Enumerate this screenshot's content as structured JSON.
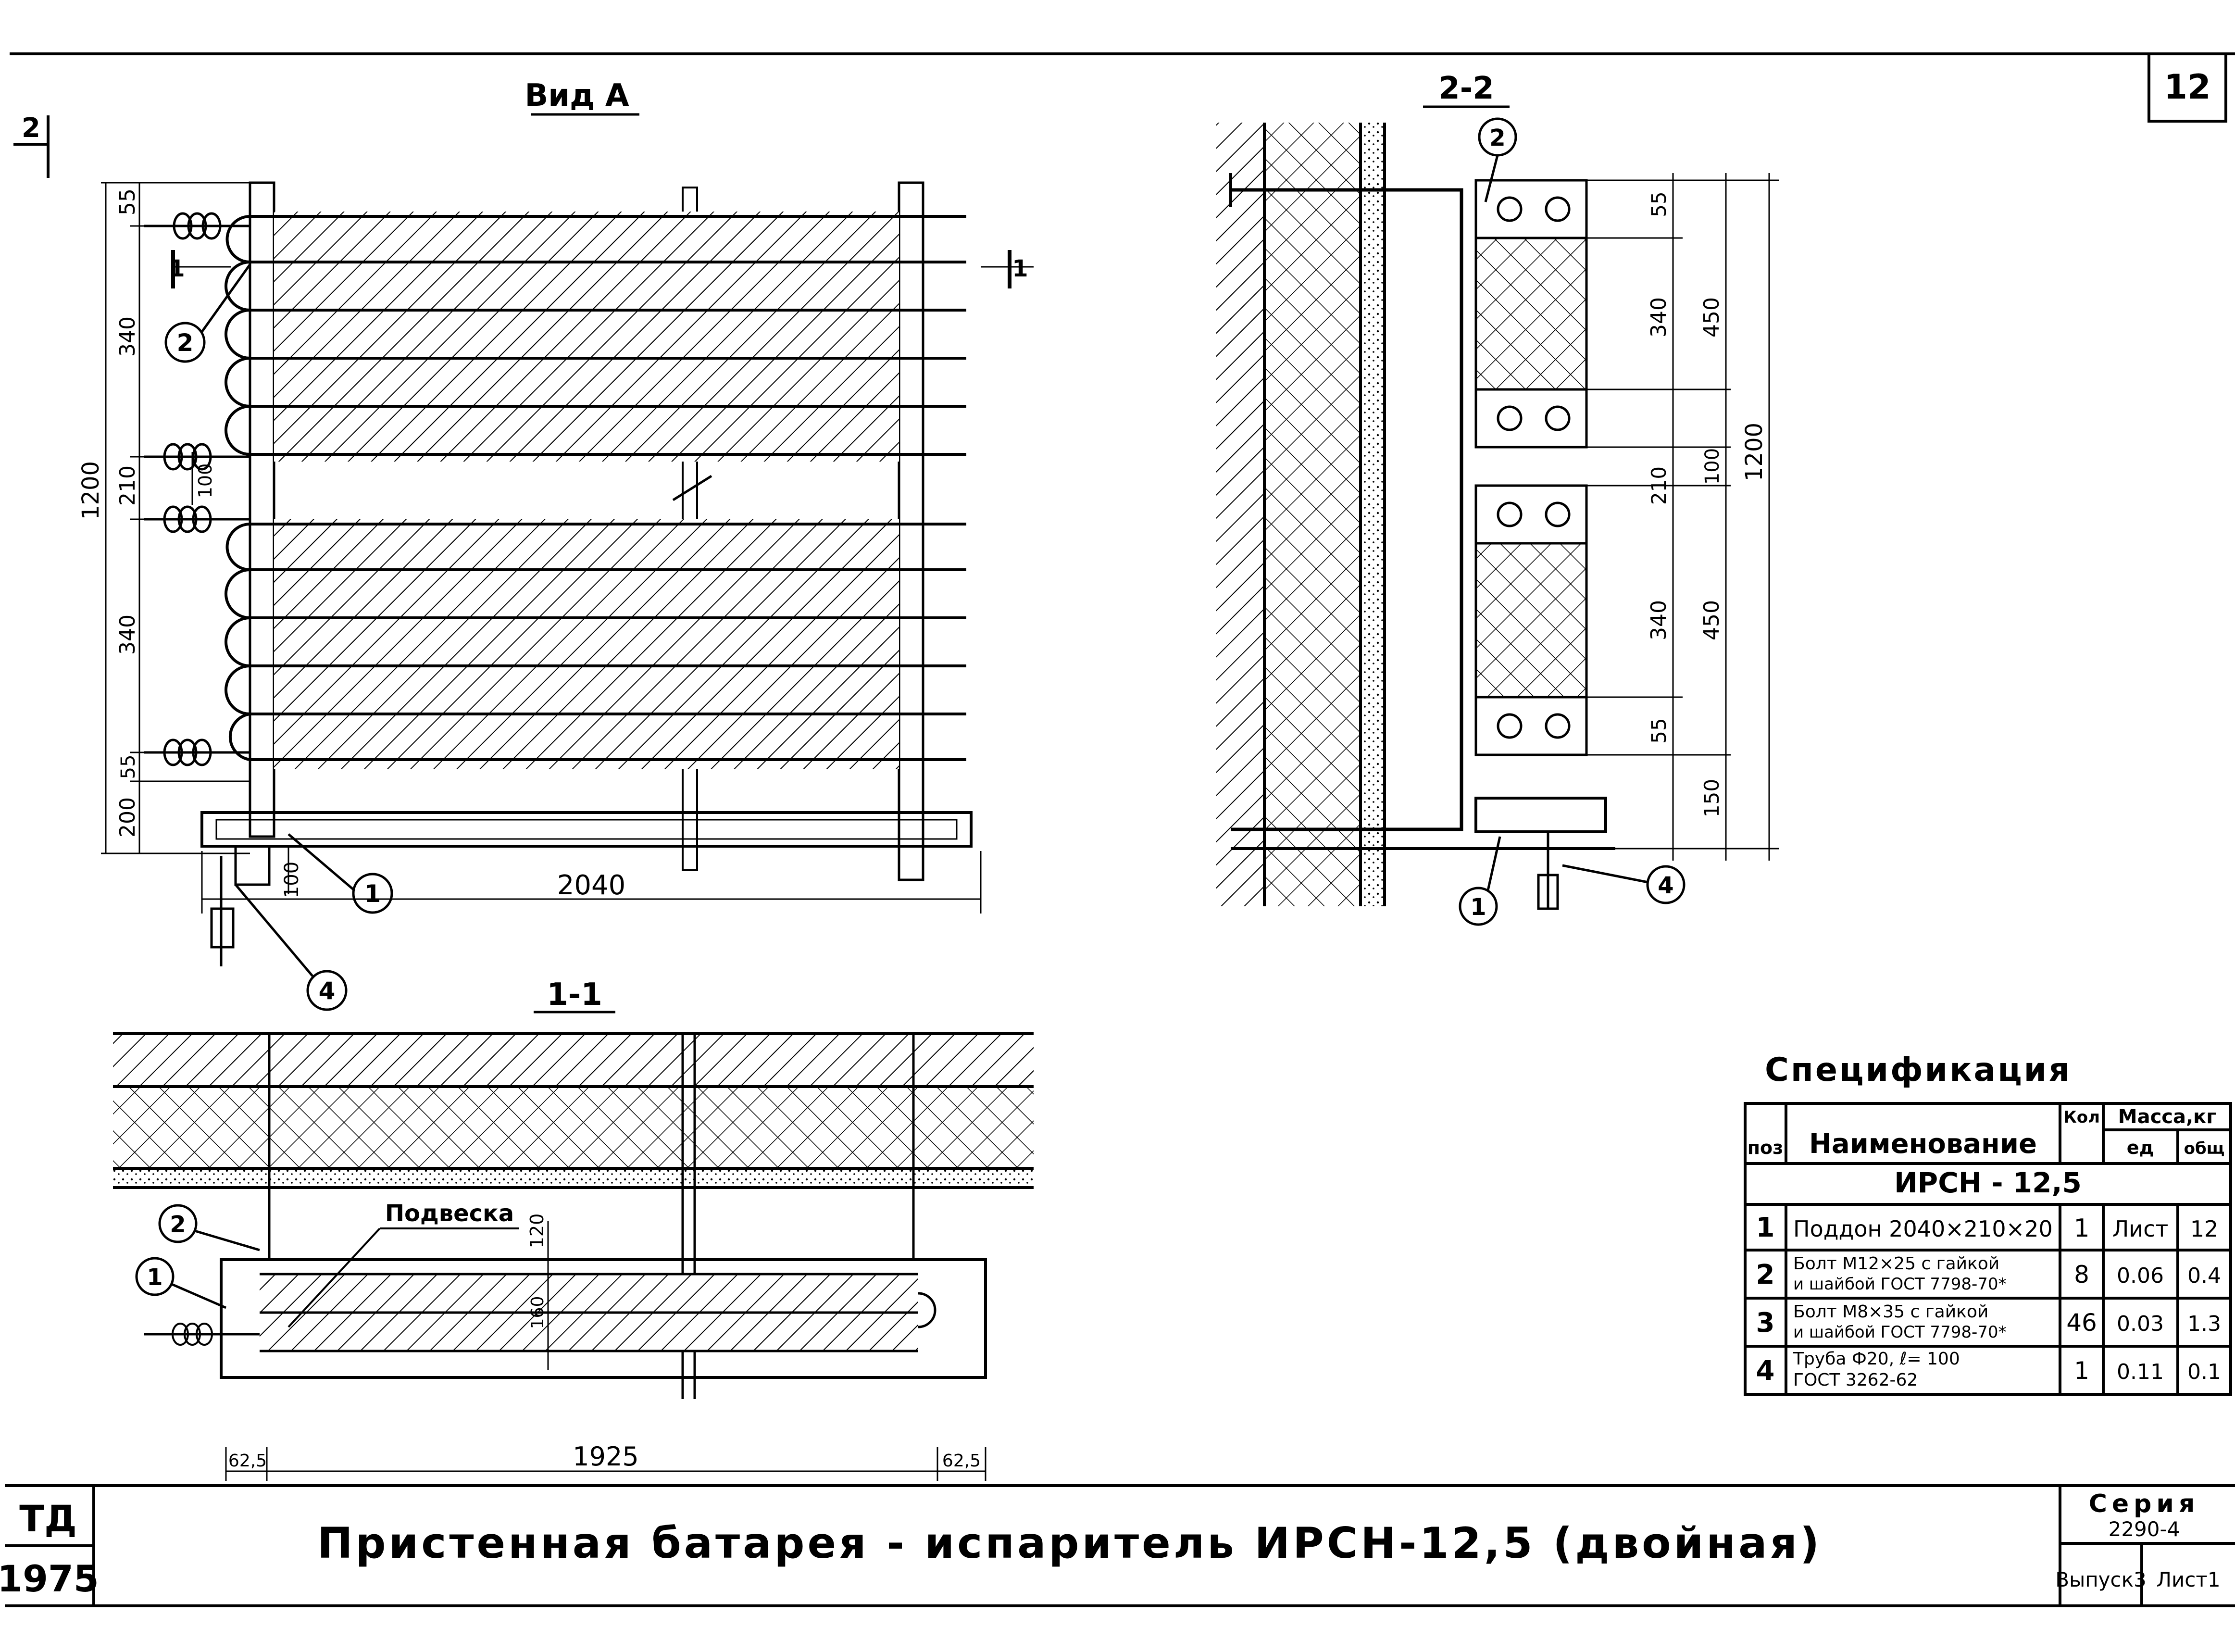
{
  "sheet": {
    "sheet_number": "12",
    "title": "Пристенная батарея - испаритель ИРСН-12,5 (двойная)",
    "td": "ТД",
    "year": "1975",
    "series_label": "Серия",
    "series_value": "2290-4",
    "issue_label": "Выпуск3",
    "list_label": "Лист1"
  },
  "views": {
    "view_a": {
      "title": "Вид А",
      "section_mark": "2",
      "cut_mark": "1",
      "dims": {
        "d55a": "55",
        "d340a": "340",
        "d210": "210",
        "d100a": "100",
        "d340b": "340",
        "d55b": "55",
        "d200": "200",
        "d1200": "1200",
        "d100b": "100",
        "d2040": "2040"
      },
      "callouts": {
        "c1": "1",
        "c2": "2",
        "c4": "4"
      }
    },
    "section_22": {
      "title": "2-2",
      "dims": {
        "d55a": "55",
        "d340a": "340",
        "d450a": "450",
        "d210": "210",
        "d100": "100",
        "d1200": "1200",
        "d340b": "340",
        "d450b": "450",
        "d55b": "55",
        "d150": "150"
      },
      "callouts": {
        "c2": "2",
        "c1": "1",
        "c4": "4"
      }
    },
    "section_11": {
      "title": "1-1",
      "label_hanger": "Подвеска",
      "dims": {
        "d120": "120",
        "d160": "160",
        "d625a": "62,5",
        "d1925": "1925",
        "d625b": "62,5"
      },
      "callouts": {
        "c2": "2",
        "c1": "1"
      }
    }
  },
  "spec": {
    "title": "Спецификация",
    "headers": {
      "pos": "поз",
      "name": "Наименование",
      "qty": "Кол",
      "mass": "Масса,кг",
      "unit": "ед",
      "total": "общ"
    },
    "group": "ИРСН - 12,5",
    "rows": [
      {
        "pos": "1",
        "name1": "Поддон 2040×210×20",
        "name2": "",
        "qty": "1",
        "unit": "Лист",
        "total": "12"
      },
      {
        "pos": "2",
        "name1": "Болт М12×25 с гайкой",
        "name2": "и шайбой ГОСТ 7798-70*",
        "qty": "8",
        "unit": "0.06",
        "total": "0.4"
      },
      {
        "pos": "3",
        "name1": "Болт М8×35 с гайкой",
        "name2": "и шайбой ГОСТ 7798-70*",
        "qty": "46",
        "unit": "0.03",
        "total": "1.3"
      },
      {
        "pos": "4",
        "name1": "Труба Ф20, ℓ= 100",
        "name2": "ГОСТ 3262-62",
        "qty": "1",
        "unit": "0.11",
        "total": "0.1"
      }
    ]
  }
}
